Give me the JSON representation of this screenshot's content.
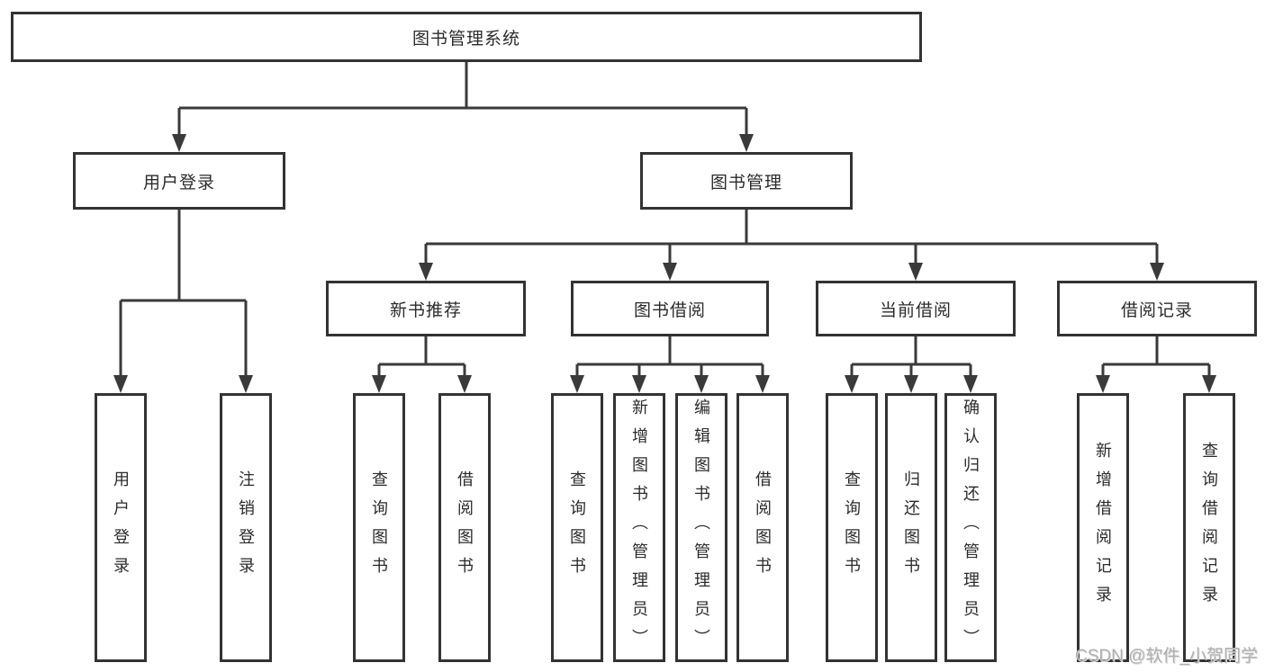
{
  "diagram": {
    "root": {
      "label": "图书管理系统"
    },
    "level2": [
      {
        "label": "用户登录"
      },
      {
        "label": "图书管理"
      }
    ],
    "level3": [
      {
        "label": "新书推荐",
        "parent": "图书管理"
      },
      {
        "label": "图书借阅",
        "parent": "图书管理"
      },
      {
        "label": "当前借阅",
        "parent": "图书管理"
      },
      {
        "label": "借阅记录",
        "parent": "图书管理"
      }
    ],
    "leaves": [
      {
        "label": "用户登录",
        "parent": "用户登录"
      },
      {
        "label": "注销登录",
        "parent": "用户登录"
      },
      {
        "label": "查询图书",
        "parent": "新书推荐"
      },
      {
        "label": "借阅图书",
        "parent": "新书推荐"
      },
      {
        "label": "查询图书",
        "parent": "图书借阅"
      },
      {
        "label": "新增图书（管理员）",
        "parent": "图书借阅"
      },
      {
        "label": "编辑图书（管理员）",
        "parent": "图书借阅"
      },
      {
        "label": "借阅图书",
        "parent": "图书借阅"
      },
      {
        "label": "查询图书",
        "parent": "当前借阅"
      },
      {
        "label": "归还图书",
        "parent": "当前借阅"
      },
      {
        "label": "确认归还（管理员）",
        "parent": "当前借阅"
      },
      {
        "label": "新增借阅记录",
        "parent": "借阅记录"
      },
      {
        "label": "查询借阅记录",
        "parent": "借阅记录"
      }
    ]
  },
  "watermark": {
    "text": "CSDN @软件_小贺同学"
  },
  "colors": {
    "line": "#3a3a3a",
    "box_border": "#333333",
    "text": "#2b2b2b",
    "background": "#ffffff",
    "watermark": "#b0b0b0"
  }
}
